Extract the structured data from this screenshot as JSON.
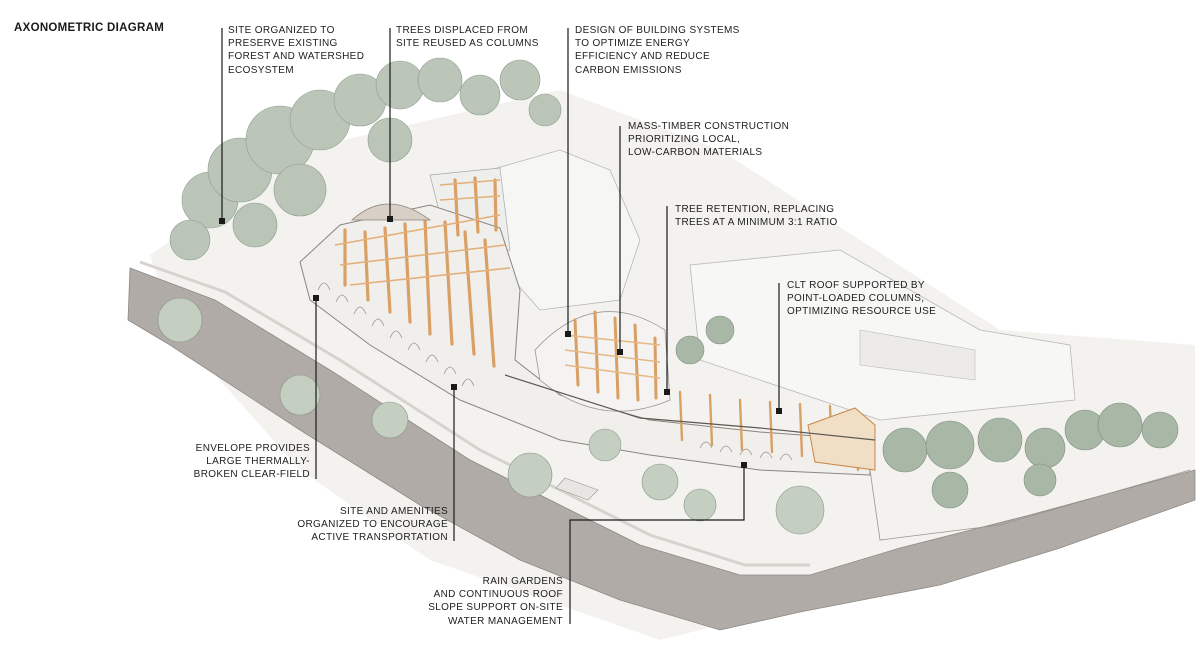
{
  "title": "AXONOMETRIC DIAGRAM",
  "colors": {
    "timber": "#d9a066",
    "timber_dark": "#c9874a",
    "tree_green": "#a9b7a6",
    "tree_dark": "#7f8f80",
    "road": "#a8a39e",
    "line": "#1a1a1a"
  },
  "callouts": [
    {
      "id": "c1",
      "lines": [
        "SITE ORGANIZED TO",
        "PRESERVE EXISTING",
        "FOREST AND WATERSHED",
        "ECOSYSTEM"
      ]
    },
    {
      "id": "c2",
      "lines": [
        "TREES DISPLACED FROM",
        "SITE REUSED AS COLUMNS"
      ]
    },
    {
      "id": "c3",
      "lines": [
        "DESIGN OF BUILDING SYSTEMS",
        "TO OPTIMIZE ENERGY",
        "EFFICIENCY AND REDUCE",
        "CARBON EMISSIONS"
      ]
    },
    {
      "id": "c4",
      "lines": [
        "MASS-TIMBER CONSTRUCTION",
        "PRIORITIZING LOCAL,",
        "LOW-CARBON MATERIALS"
      ]
    },
    {
      "id": "c5",
      "lines": [
        "TREE RETENTION, REPLACING",
        "TREES AT A MINIMUM 3:1 RATIO"
      ]
    },
    {
      "id": "c6",
      "lines": [
        "CLT ROOF SUPPORTED BY",
        "POINT-LOADED COLUMNS,",
        "OPTIMIZING RESOURCE USE"
      ]
    },
    {
      "id": "c7",
      "lines": [
        "ENVELOPE PROVIDES",
        "LARGE THERMALLY-",
        "BROKEN CLEAR-FIELD"
      ]
    },
    {
      "id": "c8",
      "lines": [
        "SITE AND AMENITIES",
        "ORGANIZED TO ENCOURAGE",
        "ACTIVE TRANSPORTATION"
      ]
    },
    {
      "id": "c9",
      "lines": [
        "RAIN GARDENS",
        "AND CONTINUOUS ROOF",
        "SLOPE SUPPORT ON-SITE",
        "WATER MANAGEMENT"
      ]
    }
  ]
}
